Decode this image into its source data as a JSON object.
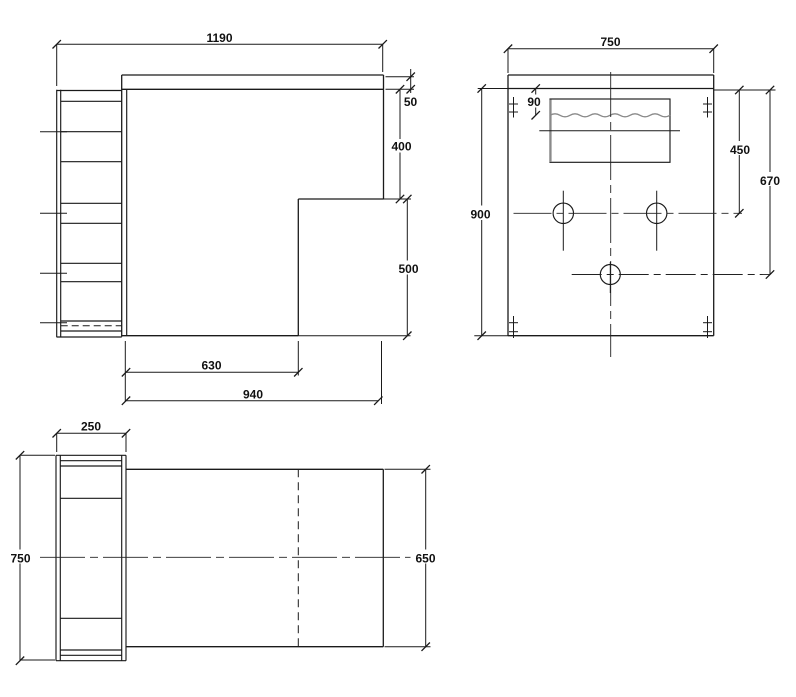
{
  "page": {
    "background": "#ffffff",
    "line_color": "#1a1a1a",
    "hidden_gray": "#8a8a8a",
    "drawing_type": "technical orthographic views of ducted enclosure with bolted flange"
  },
  "side_view": {
    "dim_overall_width": "1190",
    "dim_flange_lip": "50",
    "dim_top_to_notch": "400",
    "dim_notch_height": "500",
    "dim_notch_width": "630",
    "dim_base_width": "940"
  },
  "rear_view": {
    "dim_width": "750",
    "dim_opening_inset": "90",
    "dim_upper_holes_offset": "450",
    "dim_lower_hole_offset": "670",
    "dim_height": "900"
  },
  "plan_view": {
    "dim_flange_depth": "250",
    "dim_flange_width": "750",
    "dim_duct_width": "650"
  }
}
